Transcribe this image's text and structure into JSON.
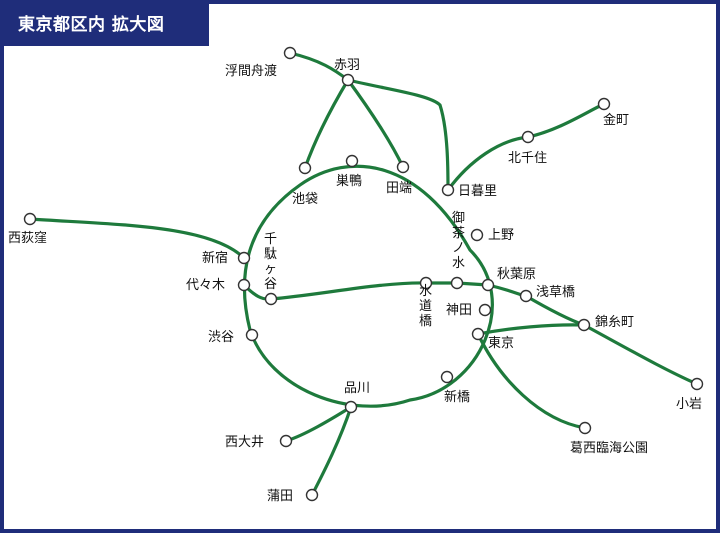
{
  "title": "東京都区内 拡大図",
  "colors": {
    "line": "#1e7a3c",
    "frame": "#1f2d7a",
    "title_bg": "#1f2d7a",
    "title_text": "#ffffff",
    "station_fill": "#ffffff",
    "station_stroke": "#333333"
  },
  "stations": {
    "ukimafunado": "浮間舟渡",
    "akabane": "赤羽",
    "kanamachi": "金町",
    "kitasenju": "北千住",
    "sugamo": "巣鴨",
    "ikebukuro": "池袋",
    "tabata": "田端",
    "nippori": "日暮里",
    "nishiogikubo": "西荻窪",
    "shinjuku": "新宿",
    "yoyogi": "代々木",
    "sendagaya": "千駄ヶ谷",
    "ochanomizu": "御茶ノ水",
    "ueno": "上野",
    "akihabara": "秋葉原",
    "asakusabashi": "浅草橋",
    "suidobashi": "水道橋",
    "kanda": "神田",
    "kinshicho": "錦糸町",
    "tokyo": "東京",
    "shibuya": "渋谷",
    "koiwa": "小岩",
    "shinagawa": "品川",
    "shimbashi": "新橋",
    "kasainkaikoen": "葛西臨海公園",
    "nishioi": "西大井",
    "kamata": "蒲田"
  }
}
